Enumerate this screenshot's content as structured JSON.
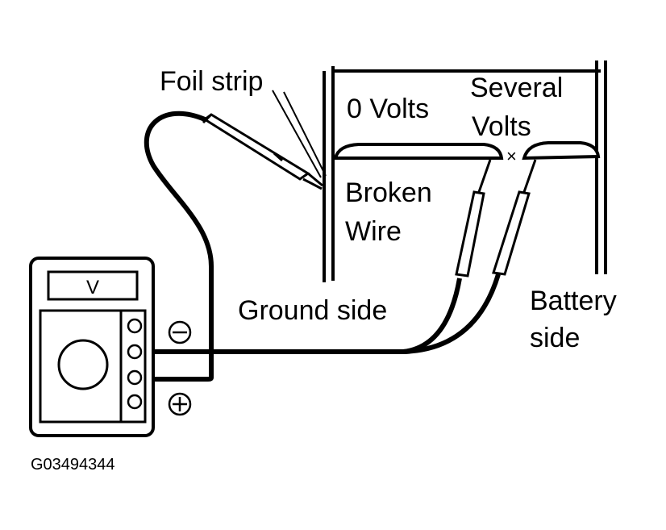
{
  "labels": {
    "foil_strip": "Foil strip",
    "zero_volts": "0 Volts",
    "several_volts_1": "Several",
    "several_volts_2": "Volts",
    "broken_wire_1": "Broken",
    "broken_wire_2": "Wire",
    "ground_side": "Ground side",
    "battery_side_1": "Battery",
    "battery_side_2": "side",
    "meter_display": "V",
    "break_mark": "×",
    "minus_symbol": "−",
    "plus_symbol": "+",
    "figure_code": "G03494344"
  }
}
